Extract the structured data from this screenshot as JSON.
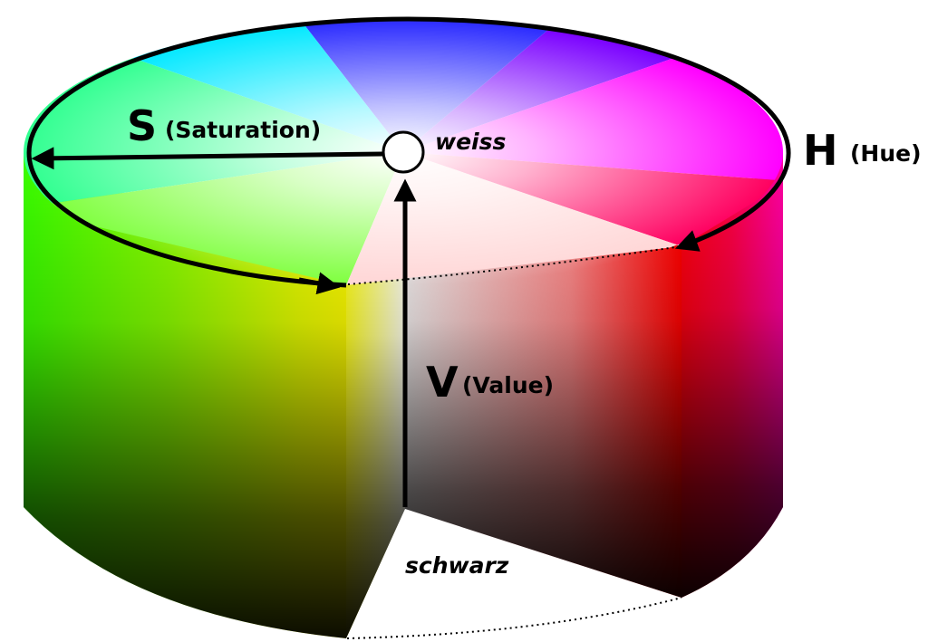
{
  "labels": {
    "saturation_letter": "S",
    "saturation_word": "(Saturation)",
    "hue_letter": "H",
    "hue_word": "(Hue)",
    "value_letter": "V",
    "value_word": "(Value)",
    "white": "weiss",
    "black": "schwarz"
  },
  "colors": {
    "red": "#ff0000",
    "yellow": "#ffff00",
    "green": "#00ff00",
    "cyan": "#00ffff",
    "blue": "#0000ff",
    "magenta": "#ff00ff",
    "white": "#ffffff",
    "black": "#000000"
  }
}
